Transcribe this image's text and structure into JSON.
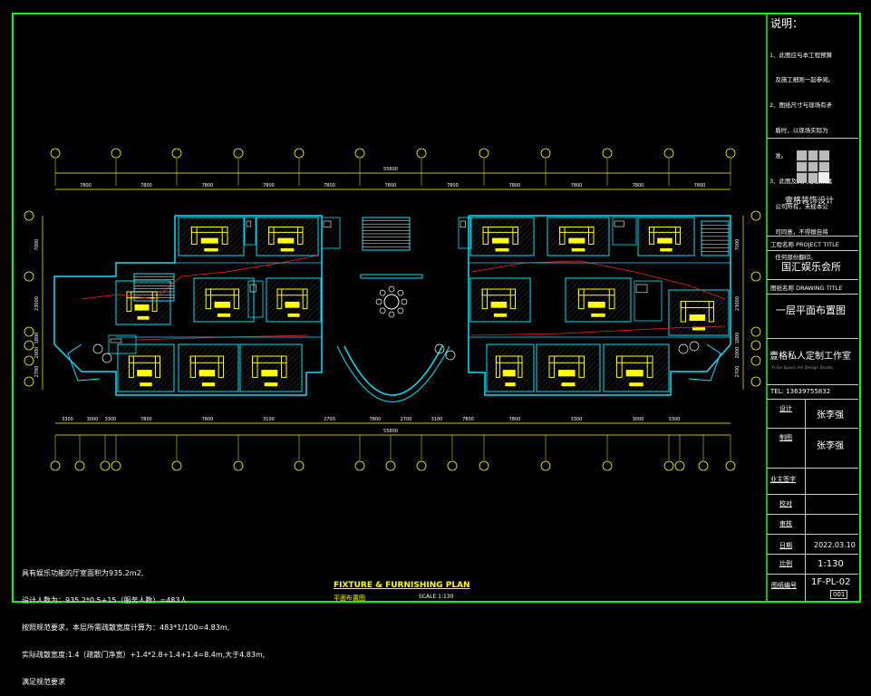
{
  "plan": {
    "overall_dimension": "55800",
    "top_dimensions": [
      "7800",
      "7800",
      "7800",
      "7800",
      "7800",
      "7800",
      "7800",
      "7800",
      "7800",
      "7800",
      "7800"
    ],
    "bottom_dimensions": [
      "3300",
      "3000",
      "3300",
      "7800",
      "7800",
      "3100",
      "2700",
      "7800",
      "2700",
      "3100",
      "7800",
      "7800",
      "3300",
      "3000",
      "3300"
    ],
    "bottom_overall": "55800",
    "left_dimensions": [
      "7000",
      "23000",
      "1800",
      "2000",
      "2700"
    ],
    "right_dimensions": [
      "7000",
      "23000",
      "1800",
      "2000",
      "2700"
    ],
    "title": "FIXTURE & FURNISHING PLAN",
    "subtitle": "平面布置图",
    "scale": "SCALE 1:130",
    "notes": [
      "具有娱乐功能的厅室面积为935.2m2,",
      "设计人数为：935.2*0.5+15（服务人数）=483人",
      "按照规范要求，本层所需疏散宽度计算为：483*1/100=4.83m,",
      "实际疏散宽度:1.4（疏散门净宽）+1.4*2.8+1.4+1.4=8.4m,大于4.83m,",
      "满足规范要求"
    ]
  },
  "title_block": {
    "notes_heading": "说明：",
    "notes": [
      "1、此图应与本工程预算",
      "   及施工细则一起参阅。",
      "2、图纸尺寸与现场有矛",
      "   盾时，以现场实际为",
      "   准。",
      "3、此图及其内容版权属",
      "   公司所有，未经本公",
      "   司同意，不得擅自将",
      "   任何部份翻印。"
    ],
    "company_logo_name": "壹格装饰设计",
    "project_label": "工程名称 PROJECT TITLE",
    "project_name": "国汇娱乐会所",
    "drawing_label": "图纸名称 DRAWING TITLE",
    "drawing_name": "一层平面布置图",
    "studio_name": "壹格私人定制工作室",
    "studio_en": "Yi-Ge Space Art Design Studio",
    "tel": "TEL:   13639755832",
    "design_label": "设计",
    "design_value": "张李强",
    "draw_label": "制图",
    "draw_value": "张李强",
    "owner_label": "业主签字",
    "check_label": "校对",
    "review_label": "审核",
    "date_label": "日期",
    "date_value": "2022.03.10",
    "scale_label": "比例",
    "scale_value": "1:130",
    "drawing_no_label": "图纸编号",
    "drawing_no_value": "1F-PL-02",
    "sheet_no": "001"
  },
  "colors": {
    "border": "#00ff00",
    "wall": "#00e5ff",
    "furniture": "#ffff00",
    "dimension": "#ffff00",
    "red_line": "#ff2020",
    "white": "#ffffff"
  }
}
